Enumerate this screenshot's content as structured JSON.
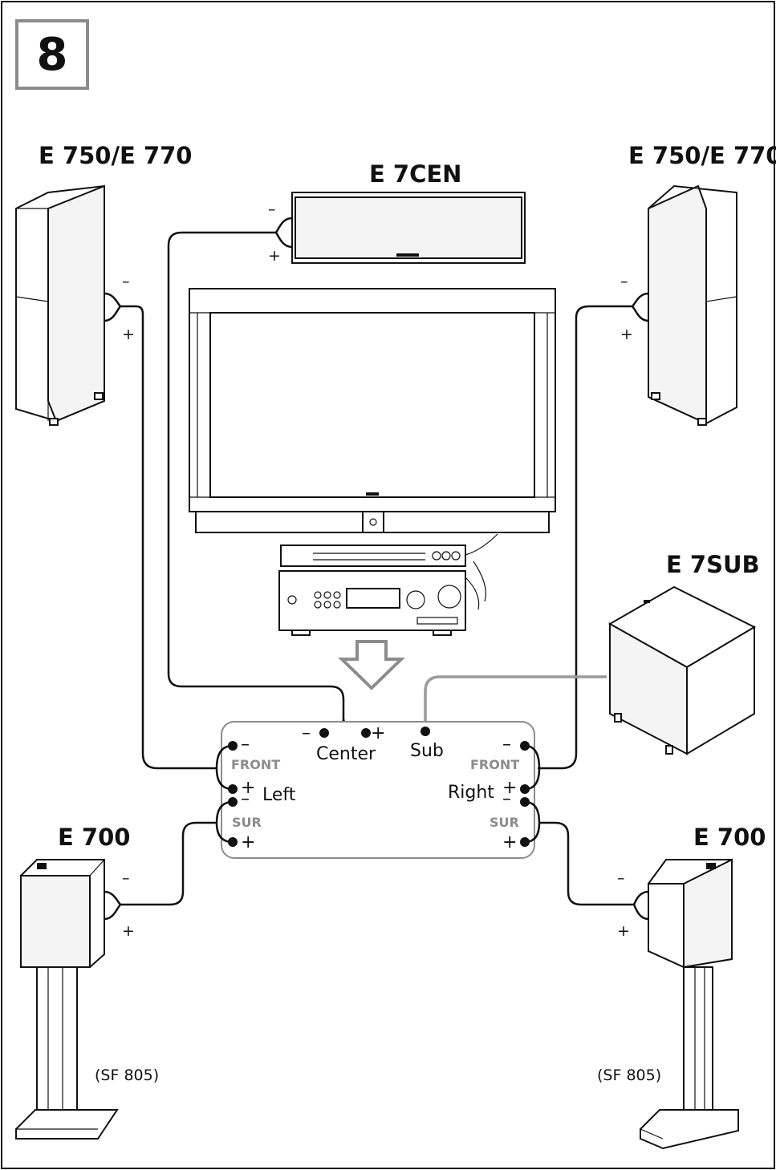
{
  "step": {
    "number": "8"
  },
  "speakers": {
    "front_left_model": "E 750/E 770",
    "front_right_model": "E 750/E 770",
    "center_model": "E 7CEN",
    "sub_model": "E 7SUB",
    "surround_left_model": "E 700",
    "surround_right_model": "E 700",
    "stand_left": "(SF 805)",
    "stand_right": "(SF 805)"
  },
  "polarity": {
    "minus": "–",
    "plus": "+"
  },
  "receiver_panel": {
    "center_label": "Center",
    "sub_label": "Sub",
    "front_label_left": "FRONT",
    "front_label_right": "FRONT",
    "sur_label_left": "SUR",
    "sur_label_right": "SUR",
    "left_label": "Left",
    "right_label": "Right",
    "plus": "+",
    "minus": "–"
  },
  "colors": {
    "line": "#111111",
    "accent_grey": "#8c8c8c",
    "background": "#ffffff"
  }
}
